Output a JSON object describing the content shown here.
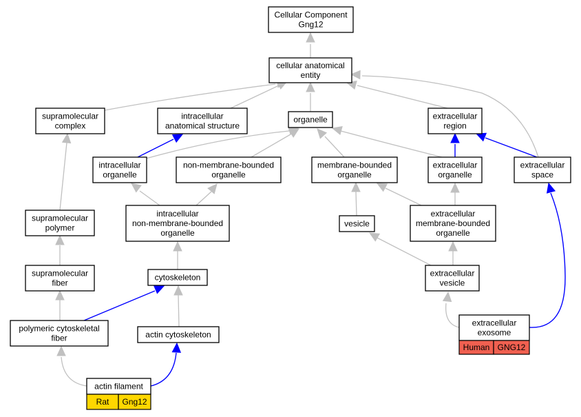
{
  "colors": {
    "is_a_edge": "#c0c0c0",
    "part_of_edge": "#0000ff",
    "rat_tag": "#ffd700",
    "human_tag": "#f06050"
  },
  "nodes": {
    "root": [
      "Cellular Component",
      "Gng12"
    ],
    "cae": [
      "cellular anatomical",
      "entity"
    ],
    "supcomplex": [
      "supramolecular",
      "complex"
    ],
    "ias": [
      "intracellular",
      "anatomical structure"
    ],
    "organelle": [
      "organelle"
    ],
    "ecregion": [
      "extracellular",
      "region"
    ],
    "intorg": [
      "intracellular",
      "organelle"
    ],
    "nmbo": [
      "non-membrane-bounded",
      "organelle"
    ],
    "mbo": [
      "membrane-bounded",
      "organelle"
    ],
    "ecorg": [
      "extracellular",
      "organelle"
    ],
    "ecspace": [
      "extracellular",
      "space"
    ],
    "supolymer": [
      "supramolecular",
      "polymer"
    ],
    "inmbo": [
      "intracellular",
      "non-membrane-bounded",
      "organelle"
    ],
    "vesicle": [
      "vesicle"
    ],
    "ecmbo": [
      "extracellular",
      "membrane-bounded",
      "organelle"
    ],
    "supfiber": [
      "supramolecular",
      "fiber"
    ],
    "cytoskeleton": [
      "cytoskeleton"
    ],
    "ecvesicle": [
      "extracellular",
      "vesicle"
    ],
    "pcf": [
      "polymeric cytoskeletal",
      "fiber"
    ],
    "actinsk": [
      "actin cytoskeleton"
    ],
    "exosome": [
      "extracellular",
      "exosome"
    ],
    "actinfil": [
      "actin filament"
    ]
  },
  "annotations": {
    "actinfil": [
      "Rat",
      "Gng12"
    ],
    "exosome": [
      "Human",
      "GNG12"
    ]
  }
}
